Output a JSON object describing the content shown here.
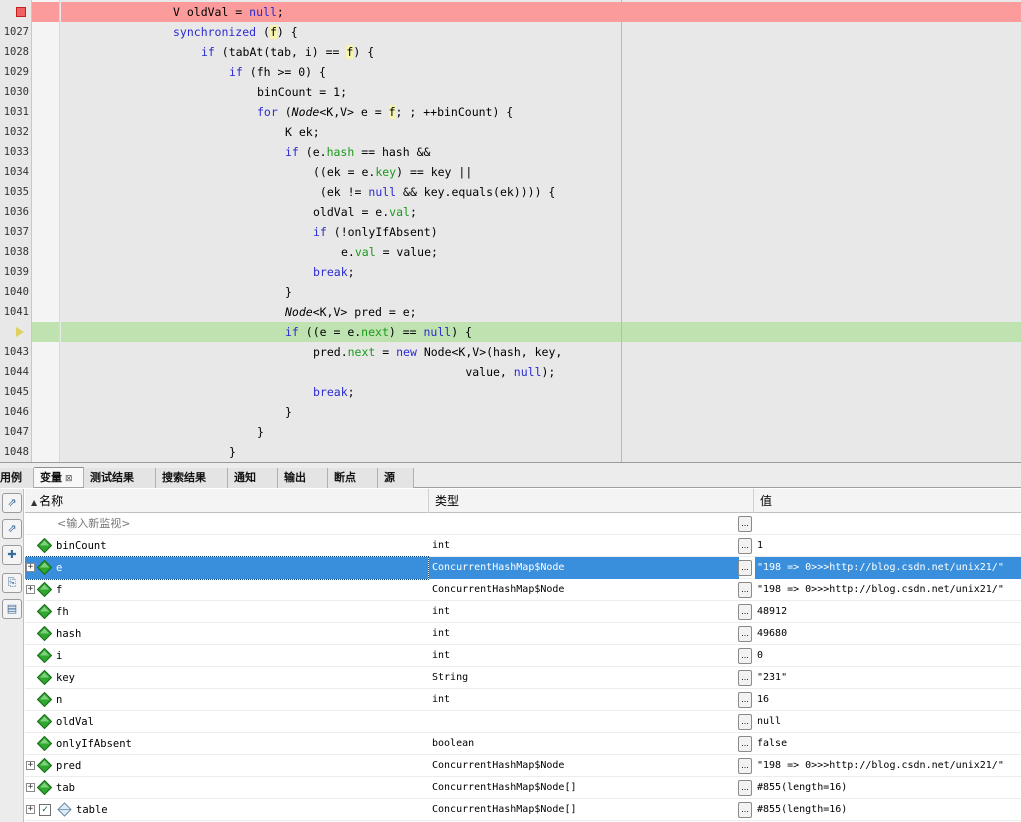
{
  "editor": {
    "lines": [
      {
        "num": "",
        "state": "breakpoint",
        "indent": 4,
        "code": [
          [
            "t",
            "V oldVal = "
          ],
          [
            "kw",
            "null"
          ],
          [
            "t",
            ";"
          ]
        ]
      },
      {
        "num": "1027",
        "state": "",
        "indent": 4,
        "code": [
          [
            "kw",
            "synchronized"
          ],
          [
            "t",
            " ("
          ],
          [
            "hl",
            "f"
          ],
          [
            "t",
            ") {"
          ]
        ]
      },
      {
        "num": "1028",
        "state": "",
        "indent": 5,
        "code": [
          [
            "kw",
            "if"
          ],
          [
            "t",
            " (tabAt(tab, i) == "
          ],
          [
            "hl",
            "f"
          ],
          [
            "t",
            ") {"
          ]
        ]
      },
      {
        "num": "1029",
        "state": "",
        "indent": 6,
        "code": [
          [
            "kw",
            "if"
          ],
          [
            "t",
            " (fh >= 0) {"
          ]
        ]
      },
      {
        "num": "1030",
        "state": "",
        "indent": 7,
        "code": [
          [
            "t",
            "binCount = 1;"
          ]
        ]
      },
      {
        "num": "1031",
        "state": "",
        "indent": 7,
        "code": [
          [
            "kw",
            "for"
          ],
          [
            "t",
            " ("
          ],
          [
            "ty",
            "Node"
          ],
          [
            "t",
            "<K,V> e = "
          ],
          [
            "hl",
            "f"
          ],
          [
            "t",
            "; ; ++binCount) {"
          ]
        ]
      },
      {
        "num": "1032",
        "state": "",
        "indent": 8,
        "code": [
          [
            "t",
            "K ek;"
          ]
        ]
      },
      {
        "num": "1033",
        "state": "",
        "indent": 8,
        "code": [
          [
            "kw",
            "if"
          ],
          [
            "t",
            " (e."
          ],
          [
            "fl",
            "hash"
          ],
          [
            "t",
            " == hash &&"
          ]
        ]
      },
      {
        "num": "1034",
        "state": "",
        "indent": 9,
        "code": [
          [
            "t",
            "((ek = e."
          ],
          [
            "fl",
            "key"
          ],
          [
            "t",
            ") == key ||"
          ]
        ]
      },
      {
        "num": "1035",
        "state": "",
        "indent": 9,
        "code": [
          [
            "t",
            " (ek != "
          ],
          [
            "kw",
            "null"
          ],
          [
            "t",
            " && key.equals(ek)))) {"
          ]
        ]
      },
      {
        "num": "1036",
        "state": "",
        "indent": 9,
        "code": [
          [
            "t",
            "oldVal = e."
          ],
          [
            "fl",
            "val"
          ],
          [
            "t",
            ";"
          ]
        ]
      },
      {
        "num": "1037",
        "state": "",
        "indent": 9,
        "code": [
          [
            "kw",
            "if"
          ],
          [
            "t",
            " (!onlyIfAbsent)"
          ]
        ]
      },
      {
        "num": "1038",
        "state": "",
        "indent": 10,
        "code": [
          [
            "t",
            "e."
          ],
          [
            "fl",
            "val"
          ],
          [
            "t",
            " = value;"
          ]
        ]
      },
      {
        "num": "1039",
        "state": "",
        "indent": 9,
        "code": [
          [
            "kw",
            "break"
          ],
          [
            "t",
            ";"
          ]
        ]
      },
      {
        "num": "1040",
        "state": "",
        "indent": 8,
        "code": [
          [
            "t",
            "}"
          ]
        ]
      },
      {
        "num": "1041",
        "state": "",
        "indent": 8,
        "code": [
          [
            "ty",
            "Node"
          ],
          [
            "t",
            "<K,V> pred = e;"
          ]
        ]
      },
      {
        "num": "",
        "state": "current",
        "indent": 8,
        "code": [
          [
            "kw",
            "if"
          ],
          [
            "t",
            " ((e = e."
          ],
          [
            "fl",
            "next"
          ],
          [
            "t",
            ") == "
          ],
          [
            "kw",
            "null"
          ],
          [
            "t",
            ") {"
          ]
        ]
      },
      {
        "num": "1043",
        "state": "",
        "indent": 9,
        "code": [
          [
            "t",
            "pred."
          ],
          [
            "fl",
            "next"
          ],
          [
            "t",
            " = "
          ],
          [
            "kw",
            "new"
          ],
          [
            "t",
            " Node<K,V>(hash, key,"
          ]
        ]
      },
      {
        "num": "1044",
        "state": "",
        "indent": 9,
        "code": [
          [
            "t",
            "                      value, "
          ],
          [
            "kw",
            "null"
          ],
          [
            "t",
            ");"
          ]
        ]
      },
      {
        "num": "1045",
        "state": "",
        "indent": 9,
        "code": [
          [
            "kw",
            "break"
          ],
          [
            "t",
            ";"
          ]
        ]
      },
      {
        "num": "1046",
        "state": "",
        "indent": 8,
        "code": [
          [
            "t",
            "}"
          ]
        ]
      },
      {
        "num": "1047",
        "state": "",
        "indent": 7,
        "code": [
          [
            "t",
            "}"
          ]
        ]
      },
      {
        "num": "1048",
        "state": "",
        "indent": 6,
        "code": [
          [
            "t",
            "}"
          ]
        ]
      }
    ]
  },
  "tabs": [
    {
      "label": "用例",
      "active": false,
      "closable": false
    },
    {
      "label": "变量",
      "active": true,
      "closable": true
    },
    {
      "label": "测试结果",
      "active": false,
      "closable": false
    },
    {
      "label": "搜索结果",
      "active": false,
      "closable": false
    },
    {
      "label": "通知",
      "active": false,
      "closable": false
    },
    {
      "label": "输出",
      "active": false,
      "closable": false
    },
    {
      "label": "断点",
      "active": false,
      "closable": false
    },
    {
      "label": "源",
      "active": false,
      "closable": false
    }
  ],
  "side_toolbar": [
    {
      "icon": "step-return-icon",
      "glyph": "⇗"
    },
    {
      "icon": "step-frame-icon",
      "glyph": "⇗"
    },
    {
      "icon": "new-watch-icon",
      "glyph": "✚"
    },
    {
      "icon": "evaluate-icon",
      "glyph": "⎘"
    },
    {
      "icon": "export-icon",
      "glyph": "▤"
    }
  ],
  "vars_table": {
    "columns": {
      "name": "名称",
      "type": "类型",
      "value": "值"
    },
    "new_watch_placeholder": "<输入新监视>",
    "rows": [
      {
        "name": "binCount",
        "type": "int",
        "value": "1",
        "expandable": false,
        "selected": false,
        "icon": "variable-icon"
      },
      {
        "name": "e",
        "type": "ConcurrentHashMap$Node",
        "value": "\"198 => 0>>>http://blog.csdn.net/unix21/\"",
        "expandable": true,
        "selected": true,
        "icon": "variable-icon"
      },
      {
        "name": "f",
        "type": "ConcurrentHashMap$Node",
        "value": "\"198 => 0>>>http://blog.csdn.net/unix21/\"",
        "expandable": true,
        "selected": false,
        "icon": "variable-icon"
      },
      {
        "name": "fh",
        "type": "int",
        "value": "48912",
        "expandable": false,
        "selected": false,
        "icon": "variable-icon"
      },
      {
        "name": "hash",
        "type": "int",
        "value": "49680",
        "expandable": false,
        "selected": false,
        "icon": "variable-icon"
      },
      {
        "name": "i",
        "type": "int",
        "value": "0",
        "expandable": false,
        "selected": false,
        "icon": "variable-icon"
      },
      {
        "name": "key",
        "type": "String",
        "value": "\"231\"",
        "expandable": false,
        "selected": false,
        "icon": "variable-icon"
      },
      {
        "name": "n",
        "type": "int",
        "value": "16",
        "expandable": false,
        "selected": false,
        "icon": "variable-icon"
      },
      {
        "name": "oldVal",
        "type": "",
        "value": "null",
        "expandable": false,
        "selected": false,
        "icon": "variable-icon"
      },
      {
        "name": "onlyIfAbsent",
        "type": "boolean",
        "value": "false",
        "expandable": false,
        "selected": false,
        "icon": "variable-icon"
      },
      {
        "name": "pred",
        "type": "ConcurrentHashMap$Node",
        "value": "\"198 => 0>>>http://blog.csdn.net/unix21/\"",
        "expandable": true,
        "selected": false,
        "icon": "variable-icon"
      },
      {
        "name": "tab",
        "type": "ConcurrentHashMap$Node[]",
        "value": "#855(length=16)",
        "expandable": true,
        "selected": false,
        "icon": "variable-icon"
      },
      {
        "name": "table",
        "type": "ConcurrentHashMap$Node[]",
        "value": "#855(length=16)",
        "expandable": true,
        "selected": false,
        "icon": "field-diamond-icon",
        "checked": true
      }
    ]
  },
  "dots_label": "...",
  "colors": {
    "breakpoint_line": "#fb9b9b",
    "current_line": "#bfe3b0",
    "selection": "#3a8fdd",
    "keyword": "#2b2bd0",
    "field": "#1a9a1a",
    "variable_icon": "#2da82d"
  }
}
